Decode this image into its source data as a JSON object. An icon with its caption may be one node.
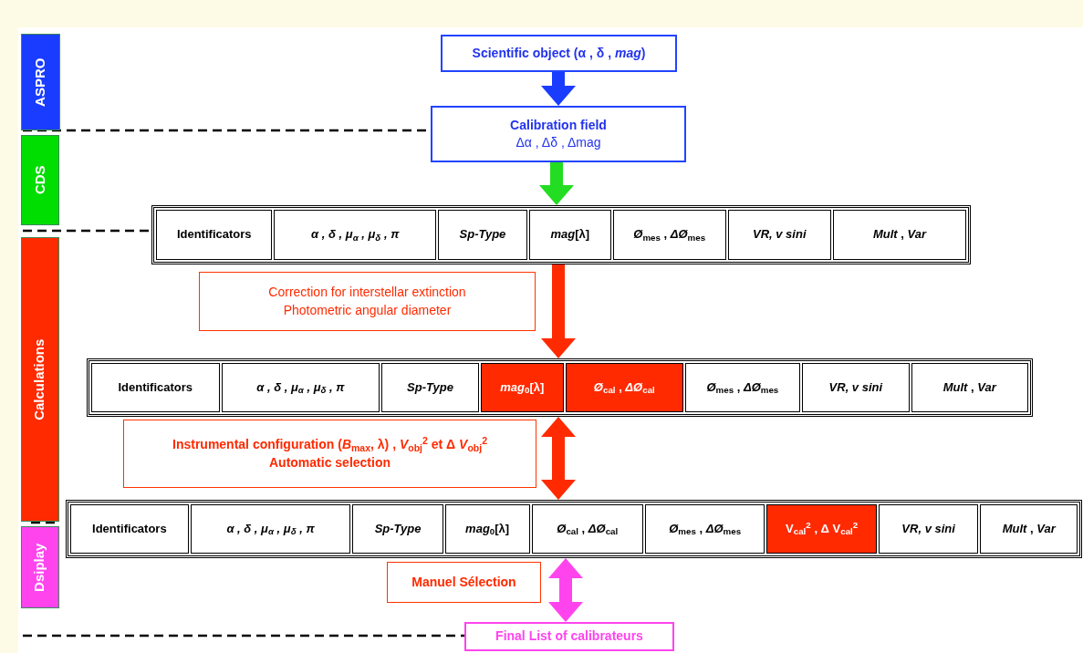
{
  "diagram": {
    "nodes": [
      {
        "text": [
          "ASPRO"
        ]
      },
      {
        "text": [
          "CDS"
        ]
      },
      {
        "text": [
          "Calculations"
        ]
      },
      {
        "text": [
          "Dsiplay"
        ]
      },
      {
        "text": [
          "Scientific object (α , δ , *mag*)"
        ]
      },
      {
        "text": [
          "Calibration field",
          "Δα , Δδ , Δmag"
        ]
      },
      {
        "text": [],
        "shape": "box"
      },
      {
        "text": [
          "Identificators"
        ],
        "in": 6
      },
      {
        "text": [
          "*α , δ , μ$_{α}$ , μ$_{δ}$ , π*"
        ],
        "in": 6
      },
      {
        "text": [
          "*Sp-Type*"
        ],
        "in": 6
      },
      {
        "text": [
          "*mag*[λ]"
        ],
        "in": 6
      },
      {
        "text": [
          "*Ø*$_{mes}$ , *ΔØ*$_{mes}$"
        ],
        "in": 6
      },
      {
        "text": [
          "*VR, v sini*"
        ],
        "in": 6
      },
      {
        "text": [
          "*Mult* , *Var*"
        ],
        "in": 6
      },
      {
        "text": [
          "Correction for interstellar extinction",
          "Photometric angular diameter"
        ]
      },
      {
        "text": [],
        "shape": "box"
      },
      {
        "text": [
          "Identificators"
        ],
        "in": 15
      },
      {
        "text": [
          "*α , δ , μ$_{α}$ , μ$_{δ}$ , π*"
        ],
        "in": 15
      },
      {
        "text": [
          "*Sp-Type*"
        ],
        "in": 15
      },
      {
        "text": [
          "*mag*$_{0}$[λ]"
        ],
        "in": 15
      },
      {
        "text": [
          "*Ø*$_{cal}$ , *ΔØ*$_{cal}$"
        ],
        "in": 15
      },
      {
        "text": [
          "*Ø*$_{mes}$ , *ΔØ*$_{mes}$"
        ],
        "in": 15
      },
      {
        "text": [
          "*VR, v sini*"
        ],
        "in": 15
      },
      {
        "text": [
          "*Mult* , *Var*"
        ],
        "in": 15
      },
      {
        "text": [
          "Instrumental configuration (*B*$_{max}$, λ) , *V*$_{obj}$$^{2}$ et Δ *V*$_{obj}$$^{2}$",
          "Automatic selection"
        ]
      },
      {
        "text": [],
        "shape": "box"
      },
      {
        "text": [
          "Identificators"
        ],
        "in": 25
      },
      {
        "text": [
          "*α , δ , μ$_{α}$ , μ$_{δ}$ , π*"
        ],
        "in": 25
      },
      {
        "text": [
          "*Sp-Type*"
        ],
        "in": 25
      },
      {
        "text": [
          "*mag*$_{0}$[λ]"
        ],
        "in": 25
      },
      {
        "text": [
          "*Ø*$_{cal}$ , *ΔØ*$_{cal}$"
        ],
        "in": 25
      },
      {
        "text": [
          "*Ø*$_{mes}$ , *ΔØ*$_{mes}$"
        ],
        "in": 25
      },
      {
        "text": [
          "V$_{cal}$$^{2}$ , Δ V$_{cal}$$^{2}$"
        ],
        "in": 25
      },
      {
        "text": [
          "*VR, v sini*"
        ],
        "in": 25
      },
      {
        "text": [
          "*Mult* , *Var*"
        ],
        "in": 25
      },
      {
        "text": [
          "Manuel Sélection"
        ]
      },
      {
        "text": [
          "Final List of calibrateurs"
        ]
      }
    ],
    "edges": [
      {
        "from": 4,
        "to": 5,
        "arrow": "to",
        "color": "#1a3cff"
      },
      {
        "from": 5,
        "to": 6,
        "arrow": "to",
        "color": "#22dd22"
      },
      {
        "from": 6,
        "to": 15,
        "arrow": "to",
        "color": "#ff2a00"
      },
      {
        "from": 15,
        "to": 25,
        "arrow": "both",
        "color": "#ff2a00"
      },
      {
        "from": 25,
        "to": 36,
        "arrow": "both",
        "color": "#ff44ee"
      },
      {
        "from": 0,
        "to": 5,
        "arrow": "none",
        "style": "dashed"
      },
      {
        "from": 1,
        "to": 6,
        "arrow": "none",
        "style": "dashed"
      },
      {
        "from": null,
        "to": 36,
        "arrow": "none",
        "style": "dashed"
      }
    ]
  }
}
